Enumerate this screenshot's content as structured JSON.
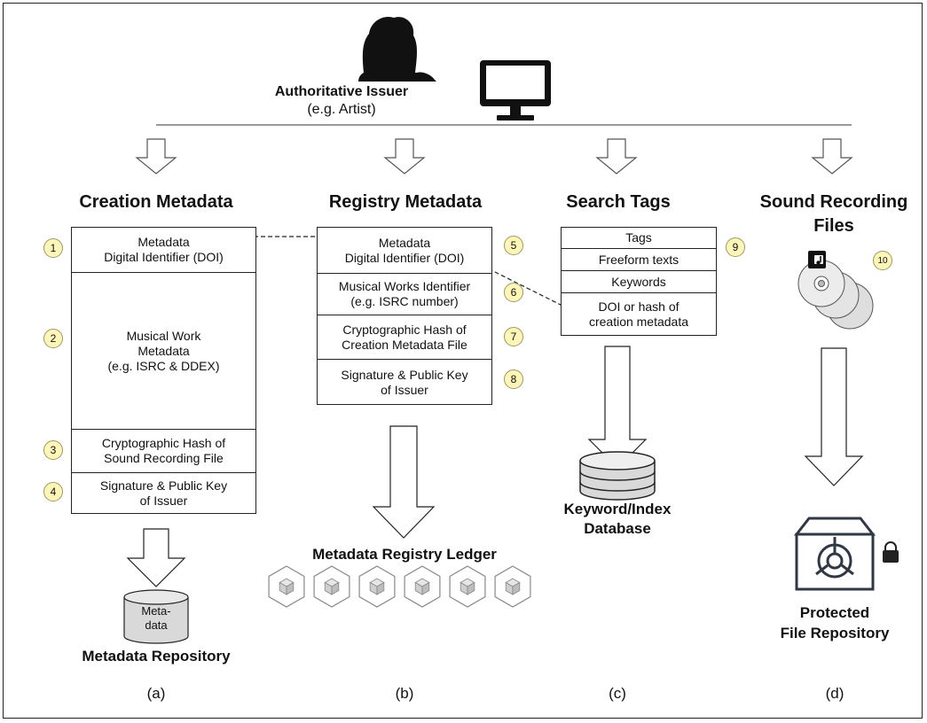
{
  "issuer": {
    "title": "Authoritative Issuer",
    "subtitle": "(e.g. Artist)"
  },
  "columns": {
    "creation": {
      "heading": "Creation Metadata",
      "rows": [
        "Metadata\nDigital Identifier (DOI)",
        "Musical Work\nMetadata\n(e.g. ISRC & DDEX)",
        "Cryptographic Hash of\nSound Recording File",
        "Signature & Public Key\nof Issuer"
      ],
      "badges": [
        "1",
        "2",
        "3",
        "4"
      ],
      "storage_label": "Meta-\ndata",
      "caption": "Metadata Repository",
      "letter": "(a)"
    },
    "registry": {
      "heading": "Registry Metadata",
      "rows": [
        "Metadata\nDigital Identifier (DOI)",
        "Musical Works Identifier\n(e.g. ISRC number)",
        "Cryptographic Hash of\nCreation Metadata File",
        "Signature & Public Key\nof Issuer"
      ],
      "badges": [
        "5",
        "6",
        "7",
        "8"
      ],
      "caption": "Metadata Registry Ledger",
      "letter": "(b)"
    },
    "search": {
      "heading": "Search Tags",
      "rows": [
        "Tags",
        "Freeform texts",
        "Keywords",
        "DOI or hash of\ncreation metadata"
      ],
      "badges": [
        "9"
      ],
      "caption_line1": "Keyword/Index",
      "caption_line2": "Database",
      "letter": "(c)"
    },
    "sound": {
      "heading_line1": "Sound Recording",
      "heading_line2": "Files",
      "badges": [
        "10"
      ],
      "caption_line1": "Protected",
      "caption_line2": "File Repository",
      "letter": "(d)"
    }
  },
  "colors": {
    "badge_fill": "#fdf6b8",
    "vault": "#2f3845",
    "gray": "#9a9a9a",
    "line": "#222222"
  },
  "icons": [
    "person-silhouette-icon",
    "monitor-icon",
    "music-note-icon",
    "disc-icon",
    "database-icon",
    "cube-icon",
    "vault-icon",
    "padlock-icon"
  ]
}
